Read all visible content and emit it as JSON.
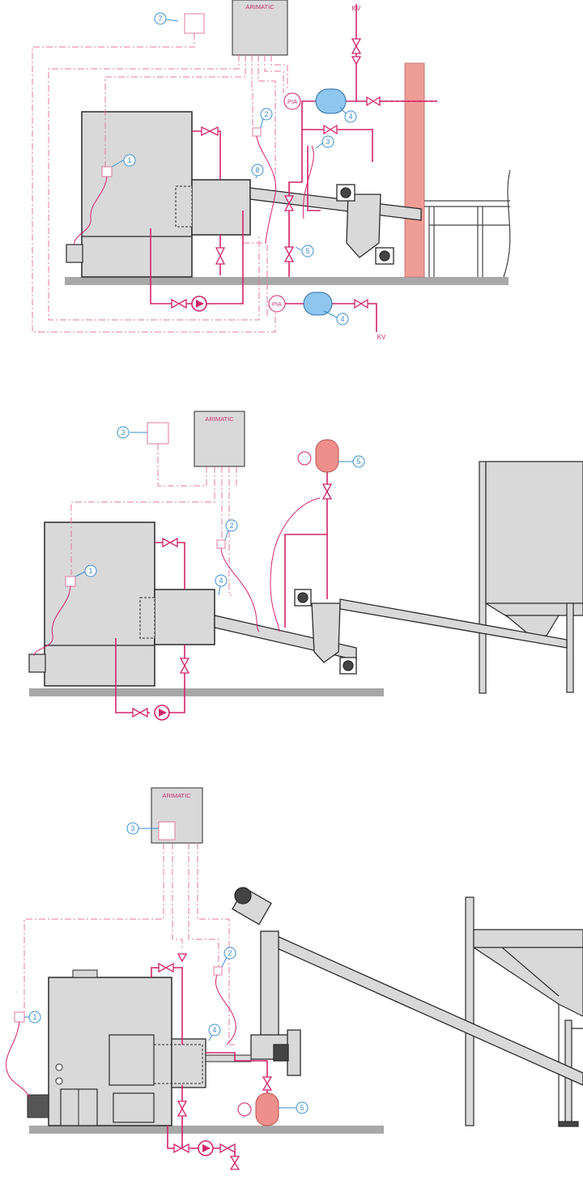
{
  "colors": {
    "machine_fill": "#d9d9d9",
    "outline": "#2a2a2a",
    "pipe": "#d2246c",
    "signal": "#e07aa0",
    "callout": "#3a8fd0",
    "tank_blue": "#8fc6ef",
    "tank_red": "#ee8f8b",
    "chimney": "#ee9c96",
    "floor": "#a8a8a8"
  },
  "diagram1": {
    "controller": "ARIMATIC",
    "kv_top": "KV",
    "kv_bottom": "KV",
    "pia_top": "PIA",
    "pia_bottom": "PIA",
    "callouts": [
      "1",
      "2",
      "3",
      "4",
      "5",
      "7",
      "8",
      "4"
    ]
  },
  "diagram2": {
    "controller": "ARIMATIC",
    "callouts": [
      "1",
      "2",
      "3",
      "4",
      "5"
    ]
  },
  "diagram3": {
    "controller": "ARIMATIC",
    "callouts": [
      "1",
      "2",
      "3",
      "4",
      "5"
    ]
  }
}
